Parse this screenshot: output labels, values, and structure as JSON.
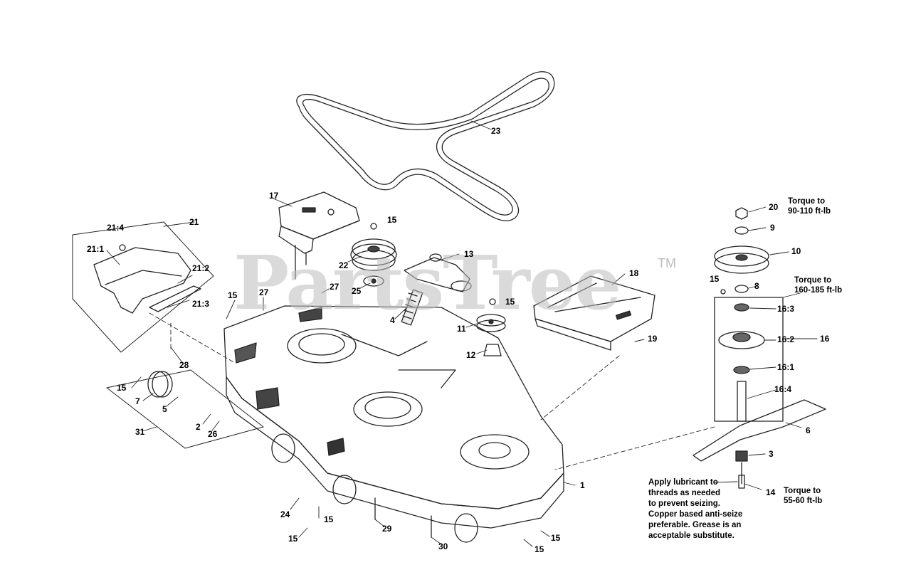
{
  "watermark": {
    "text": "PartsTree",
    "trademark": "TM"
  },
  "callouts": {
    "c1": "1",
    "c2": "2",
    "c3": "3",
    "c4": "4",
    "c5": "5",
    "c6": "6",
    "c7": "7",
    "c8": "8",
    "c9": "9",
    "c10": "10",
    "c11": "11",
    "c12": "12",
    "c13": "13",
    "c14": "14",
    "c15a": "15",
    "c15b": "15",
    "c15c": "15",
    "c15d": "15",
    "c15e": "15",
    "c15f": "15",
    "c15g": "15",
    "c15h": "15",
    "c15i": "15",
    "c16": "16",
    "c16_1": "16:1",
    "c16_2": "16:2",
    "c16_3": "16:3",
    "c16_4": "16:4",
    "c17": "17",
    "c18": "18",
    "c19": "19",
    "c20": "20",
    "c21": "21",
    "c21_1": "21:1",
    "c21_2": "21:2",
    "c21_3": "21:3",
    "c21_4": "21:4",
    "c22": "22",
    "c23": "23",
    "c24": "24",
    "c25": "25",
    "c26": "26",
    "c27a": "27",
    "c27b": "27",
    "c28": "28",
    "c29": "29",
    "c30": "30",
    "c31": "31"
  },
  "notes": {
    "torque_20": [
      "Torque to",
      "90-110 ft-lb"
    ],
    "torque_16": [
      "Torque to",
      "160-185 ft-lb"
    ],
    "torque_14": [
      "Torque to",
      "55-60 ft-lb"
    ],
    "lubricant": [
      "Apply lubricant to",
      "threads as needed",
      "to prevent seizing.",
      "Copper based anti-seize",
      "preferable. Grease is an",
      "acceptable substitute."
    ]
  }
}
